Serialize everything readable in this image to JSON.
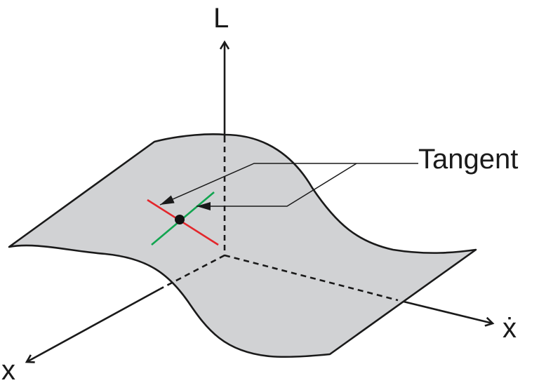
{
  "diagram": {
    "type": "3d-surface-with-tangent-lines",
    "axes": {
      "vertical": "L",
      "right": "ẋ",
      "left": "x"
    },
    "annotation": "Tangent",
    "colors": {
      "surface_fill": "#d1d2d4",
      "outline": "#1a1a1a",
      "tangent_red": "#e3262b",
      "tangent_green": "#12a550",
      "point": "#111111"
    }
  }
}
